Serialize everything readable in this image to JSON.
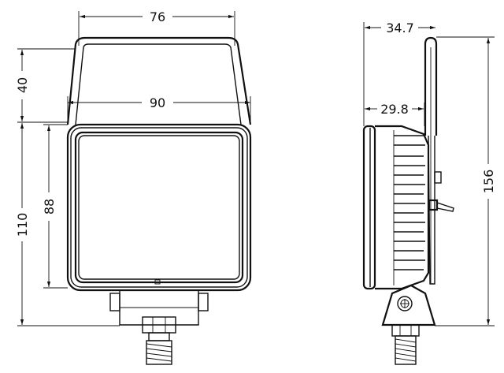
{
  "dimensions": {
    "front_top_width": "76",
    "front_overall_width": "90",
    "front_bracket_height": "40",
    "front_body_height": "88",
    "front_total_height": "110",
    "side_top_depth": "34.7",
    "side_body_depth": "29.8",
    "side_total_height": "156"
  }
}
